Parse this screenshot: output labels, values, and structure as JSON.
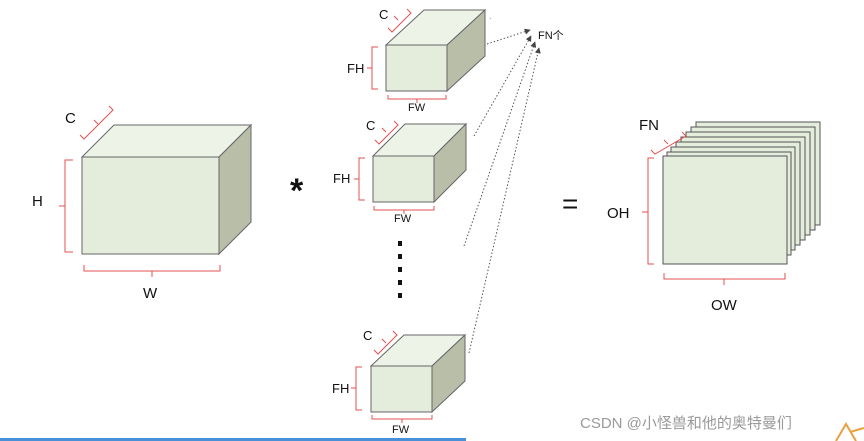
{
  "diagram": {
    "input": {
      "c_label": "C",
      "h_label": "H",
      "w_label": "W"
    },
    "operator_multiply": "*",
    "operator_equals": "=",
    "filters": [
      {
        "c_label": "C",
        "fh_label": "FH",
        "fw_label": "FW"
      },
      {
        "c_label": "C",
        "fh_label": "FH",
        "fw_label": "FW"
      },
      {
        "c_label": "C",
        "fh_label": "FH",
        "fw_label": "FW"
      }
    ],
    "filter_count_label": "FN个",
    "output": {
      "fn_label": "FN",
      "oh_label": "OH",
      "ow_label": "OW"
    },
    "watermark": "CSDN @小怪兽和他的奥特曼们"
  },
  "colors": {
    "face_front": "#e4ecdc",
    "face_top": "#eef3e8",
    "face_side": "#b9bea9",
    "edge": "#666666",
    "bracket": "#e05050",
    "arrow": "#555555",
    "underline": "#4a90d9"
  }
}
